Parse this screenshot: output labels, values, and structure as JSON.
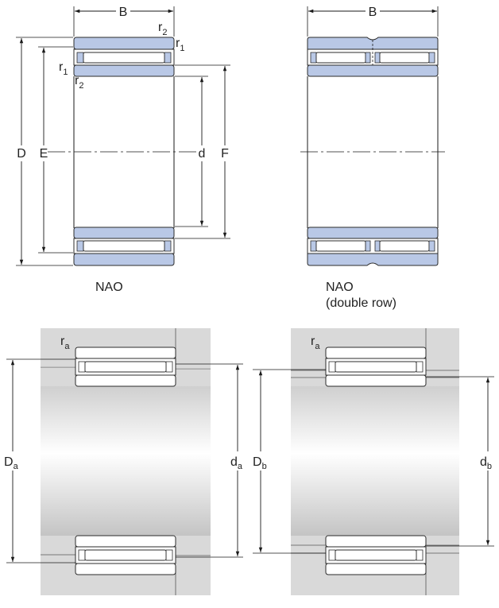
{
  "labels": {
    "B": "B",
    "D": "D",
    "E": "E",
    "d": "d",
    "F": "F",
    "r": "r",
    "sub1": "1",
    "sub2": "2",
    "suba": "a",
    "subb": "b",
    "nao": "NAO",
    "double_row": "(double row)"
  },
  "colors": {
    "ring_fill": "#b9c8e6",
    "ring_stroke": "#2b2b2b",
    "housing": "#d9d9d9",
    "line": "#1a1a1a"
  }
}
